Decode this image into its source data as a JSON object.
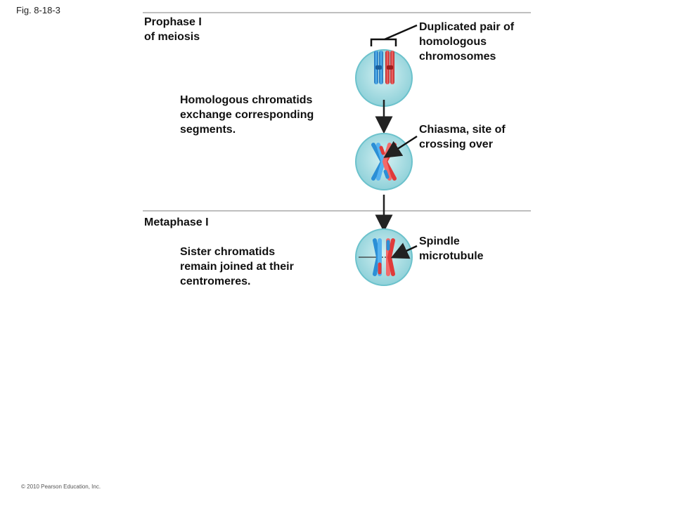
{
  "figure_label": "Fig. 8-18-3",
  "stages": {
    "prophase": "Prophase I\nof meiosis",
    "metaphase": "Metaphase I"
  },
  "descriptions": {
    "crossing_over": "Homologous chromatids\nexchange corresponding\nsegments.",
    "sister_chromatids": "Sister chromatids\nremain joined at their\ncentromeres."
  },
  "callouts": {
    "duplicated_pair": "Duplicated pair of\nhomologous\nchromosomes",
    "chiasma": "Chiasma, site of\ncrossing over",
    "spindle": "Spindle\nmicrotubule"
  },
  "copyright": "© 2010 Pearson Education, Inc.",
  "colors": {
    "cell_fill": "#a9dde3",
    "cell_edge": "#6cc2cc",
    "chromosome_blue": "#2b8fd6",
    "chromosome_red": "#e03a3a",
    "arrow": "#222222",
    "rule": "#aaaaaa"
  }
}
